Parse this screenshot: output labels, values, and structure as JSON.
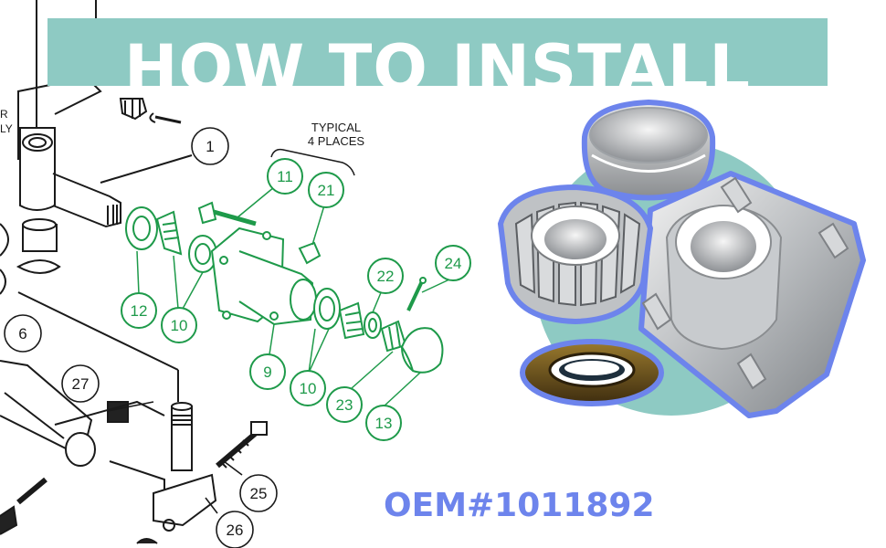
{
  "banner": {
    "title": "HOW TO INSTALL"
  },
  "diagram": {
    "note_line1": "TYPICAL",
    "note_line2": "4 PLACES",
    "edge_text_1": "R",
    "edge_text_2": "LY",
    "black_callouts": [
      "1",
      "6",
      "27",
      "25",
      "26"
    ],
    "green_callouts": [
      "11",
      "21",
      "12",
      "10",
      "22",
      "24",
      "9",
      "10",
      "23",
      "13"
    ]
  },
  "product": {
    "oem": "OEM#1011892"
  },
  "colors": {
    "banner_bg": "#8ecac3",
    "accent_blue": "#6d84ec",
    "callout_green": "#1e9a4a",
    "line_art": "#1a1a1a",
    "teal_circle": "#8ecac3"
  },
  "icons": [
    "dust-cap",
    "tapered-roller-bearing",
    "hub",
    "grease-seal",
    "wheel-stud"
  ]
}
